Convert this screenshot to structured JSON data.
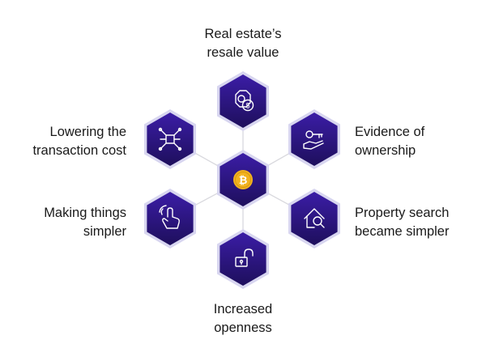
{
  "center": {
    "icon": "bitcoin-coin-icon",
    "coin_symbol": "₿",
    "coin_color": "#f2b21f"
  },
  "nodes": [
    {
      "id": "top",
      "icon": "gear-dollar-icon",
      "lines": [
        "Real estate’s",
        "resale value"
      ]
    },
    {
      "id": "upper-right",
      "icon": "key-hand-icon",
      "lines": [
        "Evidence of",
        "ownership"
      ]
    },
    {
      "id": "lower-right",
      "icon": "house-search-icon",
      "lines": [
        "Property search",
        "became simpler"
      ]
    },
    {
      "id": "bottom",
      "icon": "unlock-icon",
      "lines": [
        "Increased",
        "openness"
      ]
    },
    {
      "id": "lower-left",
      "icon": "touch-gesture-icon",
      "lines": [
        "Making things",
        "simpler"
      ]
    },
    {
      "id": "upper-left",
      "icon": "network-chip-icon",
      "lines": [
        "Lowering the",
        "transaction cost"
      ]
    }
  ],
  "colors": {
    "hex_top": "#3b1da6",
    "hex_bottom": "#1e0f5c",
    "glow": "#d8d6f0",
    "connector": "#d9d9de",
    "text": "#1a1a1a"
  }
}
